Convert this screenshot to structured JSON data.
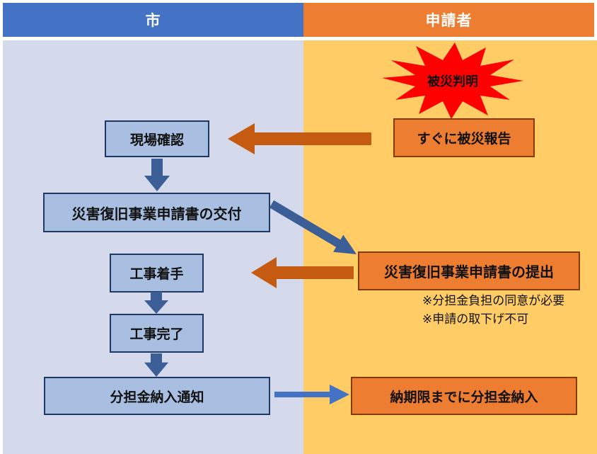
{
  "lanes": {
    "city": {
      "header": "市"
    },
    "applicant": {
      "header": "申請者"
    }
  },
  "burst": {
    "label": "被災判明"
  },
  "steps": {
    "site_check": "現場確認",
    "grant_form": "災害復旧事業申請書の交付",
    "construction_start": "工事着手",
    "construction_complete": "工事完了",
    "payment_notice": "分担金納入通知",
    "disaster_report": "すぐに被災報告",
    "submit_form": "災害復旧事業申請書の提出",
    "pay_by_deadline": "納期限までに分担金納入"
  },
  "notes": [
    "※分担金負担の同意が必要",
    "※申請の取下げ不可"
  ],
  "colors": {
    "header_city_bg": "#4472C4",
    "header_applicant_bg": "#ED7D31",
    "lane_city_bg": "#D4D9EB",
    "lane_applicant_bg": "#FFCC66",
    "city_box_fill": "#A9BFE1",
    "city_box_border": "#1F3864",
    "applicant_box_fill": "#ED7D31",
    "applicant_box_border": "#843C0C",
    "burst_fill": "#FF0000",
    "arrow_orange": "#C55A11",
    "arrow_blue_dark": "#3B5E96",
    "arrow_blue": "#4472C4"
  }
}
